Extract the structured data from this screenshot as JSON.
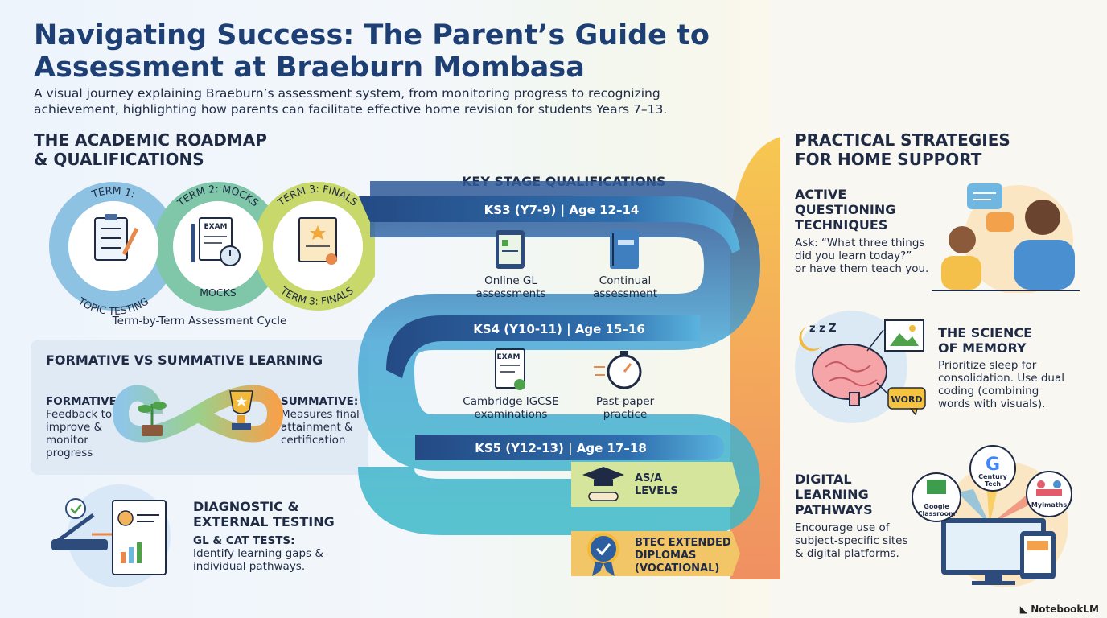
{
  "header": {
    "title_line1": "Navigating Success: The Parent’s Guide to",
    "title_line2": "Assessment at Braeburn Mombasa",
    "subtitle": "A visual journey explaining Braeburn’s assessment system, from monitoring progress to recognizing achievement, highlighting how parents can facilitate effective home revision for students Years 7–13."
  },
  "roadmap": {
    "heading": "THE ACADEMIC ROADMAP\n& QUALIFICATIONS",
    "terms": [
      {
        "top": "TERM 1:",
        "bottom": "TOPIC TESTING"
      },
      {
        "top": "TERM 2: MOCKS",
        "bottom": "MOCKS"
      },
      {
        "top": "TERM 3: FINALS",
        "bottom": "TERM 3: FINALS"
      }
    ],
    "exam_tag": "EXAM",
    "cycle_caption": "Term-by-Term Assessment Cycle"
  },
  "formative": {
    "heading": "FORMATIVE VS SUMMATIVE LEARNING",
    "formative_label": "FORMATIVE:",
    "formative_text": "Feedback to\nimprove &\nmonitor\nprogress",
    "summative_label": "SUMMATIVE:",
    "summative_text": "Measures final\nattainment &\ncertification"
  },
  "diagnostic": {
    "heading": "DIAGNOSTIC &\nEXTERNAL TESTING",
    "sub": "GL & CAT TESTS:",
    "text": "Identify learning gaps &\nindividual pathways."
  },
  "keystage": {
    "heading": "KEY STAGE QUALIFICATIONS",
    "ks3": "KS3 (Y7-9) | Age 12–14",
    "ks4": "KS4 (Y10-11) | Age 15–16",
    "ks5": "KS5 (Y12-13) | Age 17–18",
    "ks3_items": [
      "Online GL\nassessments",
      "Continual\nassessment"
    ],
    "ks4_items": [
      "Cambridge IGCSE\nexaminations",
      "Past-paper\npractice"
    ],
    "ks4_exam_tag": "EXAM",
    "ks5_items": [
      "AS/A\nLEVELS",
      "BTEC EXTENDED\nDIPLOMAS\n(VOCATIONAL)"
    ]
  },
  "strategies": {
    "heading": "PRACTICAL STRATEGIES\nFOR HOME SUPPORT",
    "active_heading": "ACTIVE\nQUESTIONING\nTECHNIQUES",
    "active_text": "Ask: “What three things\ndid you learn today?”\nor have them teach you.",
    "memory_heading": "THE SCIENCE\nOF MEMORY",
    "memory_text": "Prioritize sleep for\nconsolidation. Use dual\ncoding (combining\nwords with visuals).",
    "word_tag": "WORD",
    "zzz": "z z Z",
    "digital_heading": "DIGITAL\nLEARNING\nPATHWAYS",
    "digital_text": "Encourage use of\nsubject-specific sites\n& digital platforms.",
    "platforms": [
      "Google\nClassroom",
      "Century\nTech",
      "MyImaths"
    ]
  },
  "footer": {
    "brand": "NotebookLM"
  }
}
